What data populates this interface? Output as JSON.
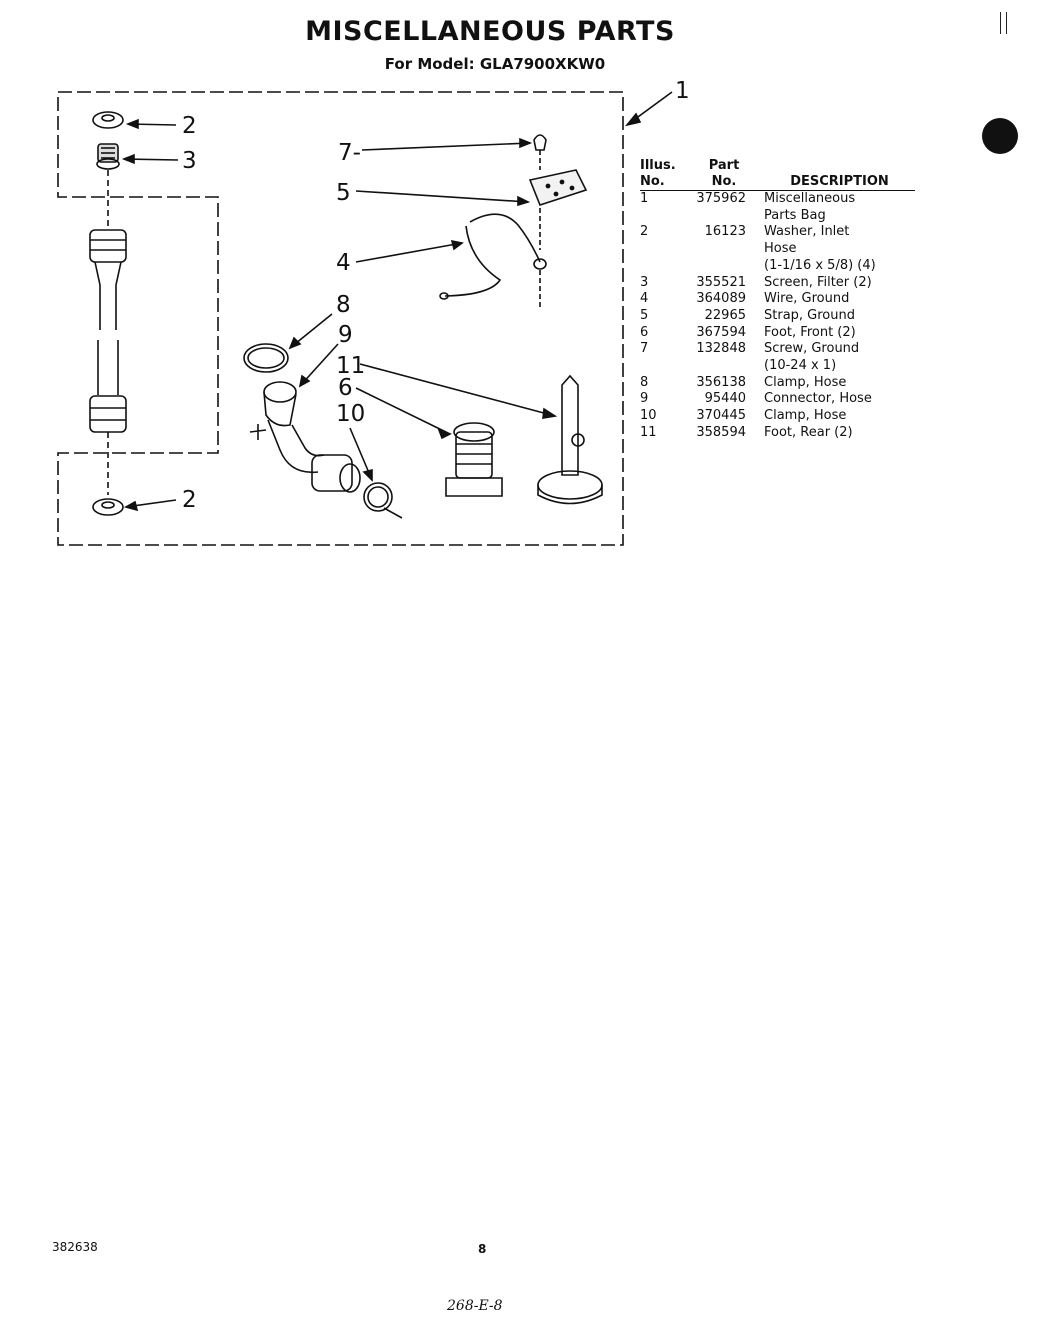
{
  "header": {
    "title": "MISCELLANEOUS PARTS",
    "model_line": "For Model: GLA7900XKW0"
  },
  "diagram": {
    "callouts": [
      "1",
      "2",
      "3",
      "7-",
      "5",
      "4",
      "8",
      "9",
      "11",
      "6",
      "10",
      "2"
    ]
  },
  "table": {
    "headers": {
      "illus": [
        "Illus.",
        "No."
      ],
      "part": [
        "Part",
        "No."
      ],
      "desc": "DESCRIPTION"
    },
    "rows": [
      {
        "illus": "1",
        "part": "375962",
        "desc": [
          "Miscellaneous",
          "Parts Bag"
        ]
      },
      {
        "illus": "2",
        "part": "16123",
        "desc": [
          "Washer, Inlet",
          "Hose",
          "(1-1/16 x 5/8) (4)"
        ]
      },
      {
        "illus": "3",
        "part": "355521",
        "desc": [
          "Screen, Filter (2)"
        ]
      },
      {
        "illus": "4",
        "part": "364089",
        "desc": [
          "Wire, Ground"
        ]
      },
      {
        "illus": "5",
        "part": "22965",
        "desc": [
          "Strap, Ground"
        ]
      },
      {
        "illus": "6",
        "part": "367594",
        "desc": [
          "Foot, Front (2)"
        ]
      },
      {
        "illus": "7",
        "part": "132848",
        "desc": [
          "Screw, Ground",
          "(10-24 x 1)"
        ]
      },
      {
        "illus": "8",
        "part": "356138",
        "desc": [
          "Clamp, Hose"
        ]
      },
      {
        "illus": "9",
        "part": "95440",
        "desc": [
          "Connector, Hose"
        ]
      },
      {
        "illus": "10",
        "part": "370445",
        "desc": [
          "Clamp, Hose"
        ]
      },
      {
        "illus": "11",
        "part": "358594",
        "desc": [
          "Foot, Rear (2)"
        ]
      }
    ]
  },
  "footer": {
    "doc_number": "382638",
    "page_number": "8",
    "handwritten": "268-E-8"
  }
}
